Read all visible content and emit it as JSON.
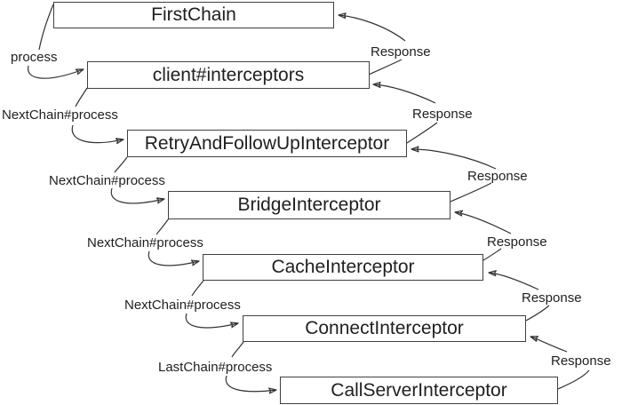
{
  "diagram": {
    "boxes": [
      "FirstChain",
      "client#interceptors",
      "RetryAndFollowUpInterceptor",
      "BridgeInterceptor",
      "CacheInterceptor",
      "ConnectInterceptor",
      "CallServerInterceptor"
    ],
    "call_labels": [
      "process",
      "NextChain#process",
      "NextChain#process",
      "NextChain#process",
      "NextChain#process",
      "LastChain#process"
    ],
    "response_labels": [
      "Response",
      "Response",
      "Response",
      "Response",
      "Response",
      "Response"
    ],
    "colors": {
      "background": "#ffffff",
      "box_border": "#404040",
      "box_fill": "#ffffff",
      "text": "#1f1f1f",
      "arrow": "#333333"
    }
  }
}
